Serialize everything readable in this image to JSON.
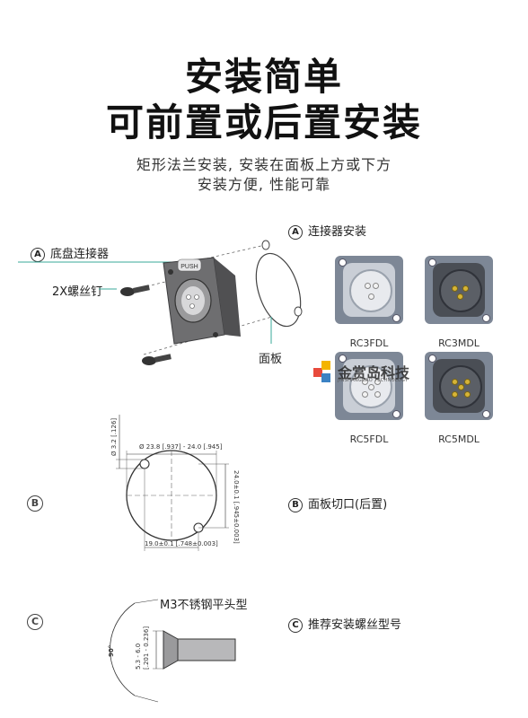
{
  "header": {
    "title_line1": "安装简单",
    "title_line2": "可前置或后置安装",
    "subtitle_line1": "矩形法兰安装, 安装在面板上方或下方",
    "subtitle_line2": "安装方便, 性能可靠"
  },
  "section_a": {
    "marker": "A",
    "left_label_chassis": "底盘连接器",
    "left_label_screws": "2X螺丝钉",
    "push_label": "PUSH",
    "panel_label": "面板",
    "right_title": "连接器安装",
    "models": [
      "RC3FDL",
      "RC3MDL",
      "RC5FDL",
      "RC5MDL"
    ]
  },
  "watermark": {
    "name": "金赏岛科技",
    "sub": "JINSHANGDAO TECHNOLOGY"
  },
  "section_b": {
    "marker": "B",
    "title": "面板切口(后置)",
    "dim_hole": "Ø 3.2 [.126]",
    "dim_diameter": "Ø 23.8 [.937] - 24.0 [.945]",
    "dim_vertical": "24.0±0.1 [.945±0.003]",
    "dim_horizontal": "19.0±0.1 [.748±0.003]"
  },
  "section_c": {
    "marker": "C",
    "title": "推荐安装螺丝型号",
    "screw_label": "M3不锈钢平头型",
    "angle": "90°",
    "dim_len1": "5.3 - 6.0",
    "dim_len2": "[.201 - 0.236]"
  }
}
